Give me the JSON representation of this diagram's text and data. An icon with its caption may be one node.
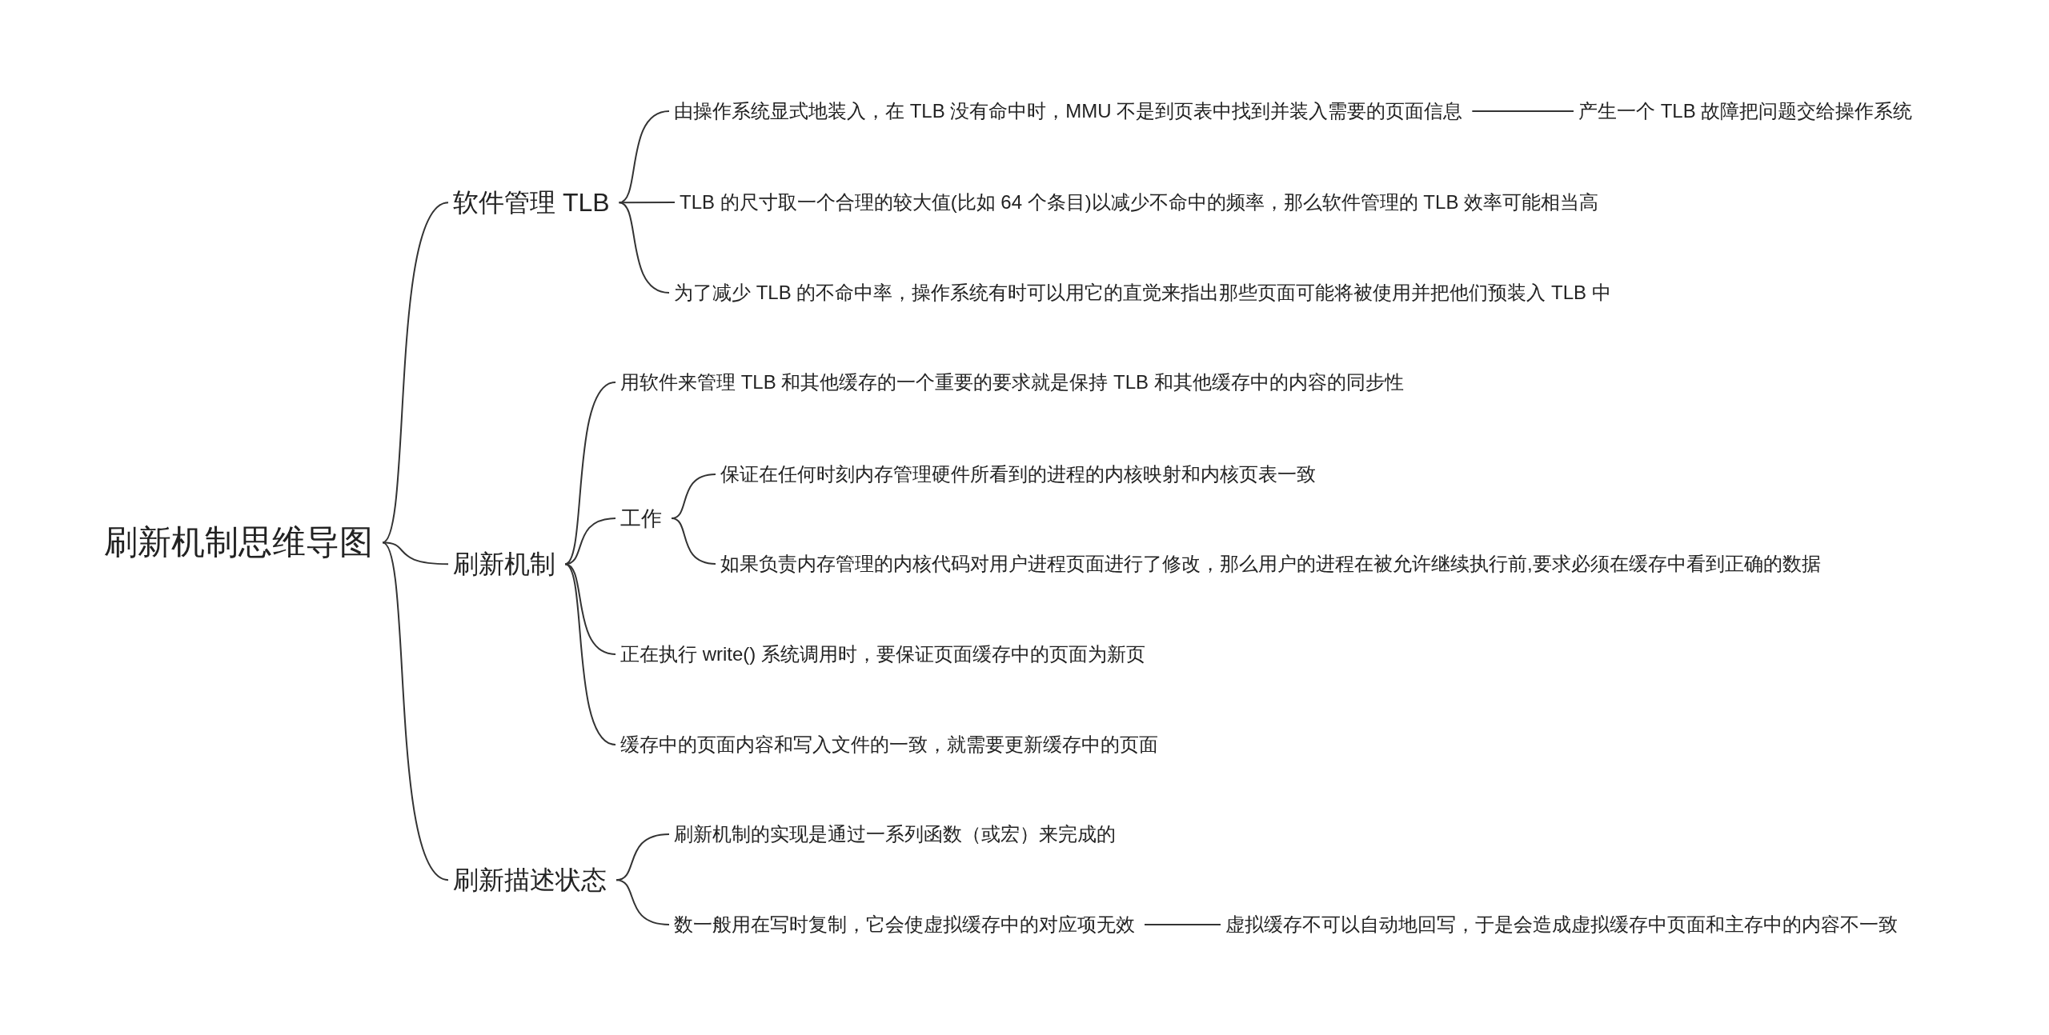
{
  "diagram": {
    "nodes": [
      {
        "text": [
          "刷新机制思维导图"
        ]
      },
      {
        "text": [
          "软件管理 TLB"
        ]
      },
      {
        "text": [
          "由操作系统显式地装入，在 TLB 没有命中时，MMU 不是到页表中找到并装入需要的页面信息"
        ]
      },
      {
        "text": [
          "产生一个 TLB 故障把问题交给操作系统"
        ]
      },
      {
        "text": [
          "TLB 的尺寸取一个合理的较大值(比如 64 个条目)以减少不命中的频率，那么软件管理的 TLB 效率可能相当高"
        ]
      },
      {
        "text": [
          "为了减少 TLB 的不命中率，操作系统有时可以用它的直觉来指出那些页面可能将被使用并把他们预装入 TLB 中"
        ]
      },
      {
        "text": [
          "刷新机制"
        ]
      },
      {
        "text": [
          "用软件来管理 TLB 和其他缓存的一个重要的要求就是保持 TLB 和其他缓存中的内容的同步性"
        ]
      },
      {
        "text": [
          "工作"
        ]
      },
      {
        "text": [
          "保证在任何时刻内存管理硬件所看到的进程的内核映射和内核页表一致"
        ]
      },
      {
        "text": [
          "如果负责内存管理的内核代码对用户进程页面进行了修改，那么用户的进程在被允许继续执行前,要求必须在缓存中看到正确的数据"
        ]
      },
      {
        "text": [
          "正在执行 write() 系统调用时，要保证页面缓存中的页面为新页"
        ]
      },
      {
        "text": [
          "缓存中的页面内容和写入文件的一致，就需要更新缓存中的页面"
        ]
      },
      {
        "text": [
          "刷新描述状态"
        ]
      },
      {
        "text": [
          "刷新机制的实现是通过一系列函数（或宏）来完成的"
        ]
      },
      {
        "text": [
          "数一般用在写时复制，它会使虚拟缓存中的对应项无效"
        ]
      },
      {
        "text": [
          "虚拟缓存不可以自动地回写，于是会造成虚拟缓存中页面和主存中的内容不一致"
        ]
      }
    ],
    "edges": [
      {
        "from": 0,
        "to": 1,
        "arrow": "none"
      },
      {
        "from": 0,
        "to": 6,
        "arrow": "none"
      },
      {
        "from": 0,
        "to": 13,
        "arrow": "none"
      },
      {
        "from": 1,
        "to": 2,
        "arrow": "none"
      },
      {
        "from": 1,
        "to": 4,
        "arrow": "none"
      },
      {
        "from": 1,
        "to": 5,
        "arrow": "none"
      },
      {
        "from": 2,
        "to": 3,
        "arrow": "none"
      },
      {
        "from": 6,
        "to": 7,
        "arrow": "none"
      },
      {
        "from": 6,
        "to": 8,
        "arrow": "none"
      },
      {
        "from": 6,
        "to": 11,
        "arrow": "none"
      },
      {
        "from": 6,
        "to": 12,
        "arrow": "none"
      },
      {
        "from": 8,
        "to": 9,
        "arrow": "none"
      },
      {
        "from": 8,
        "to": 10,
        "arrow": "none"
      },
      {
        "from": 13,
        "to": 14,
        "arrow": "none"
      },
      {
        "from": 13,
        "to": 15,
        "arrow": "none"
      },
      {
        "from": 15,
        "to": 16,
        "arrow": "none"
      }
    ]
  }
}
